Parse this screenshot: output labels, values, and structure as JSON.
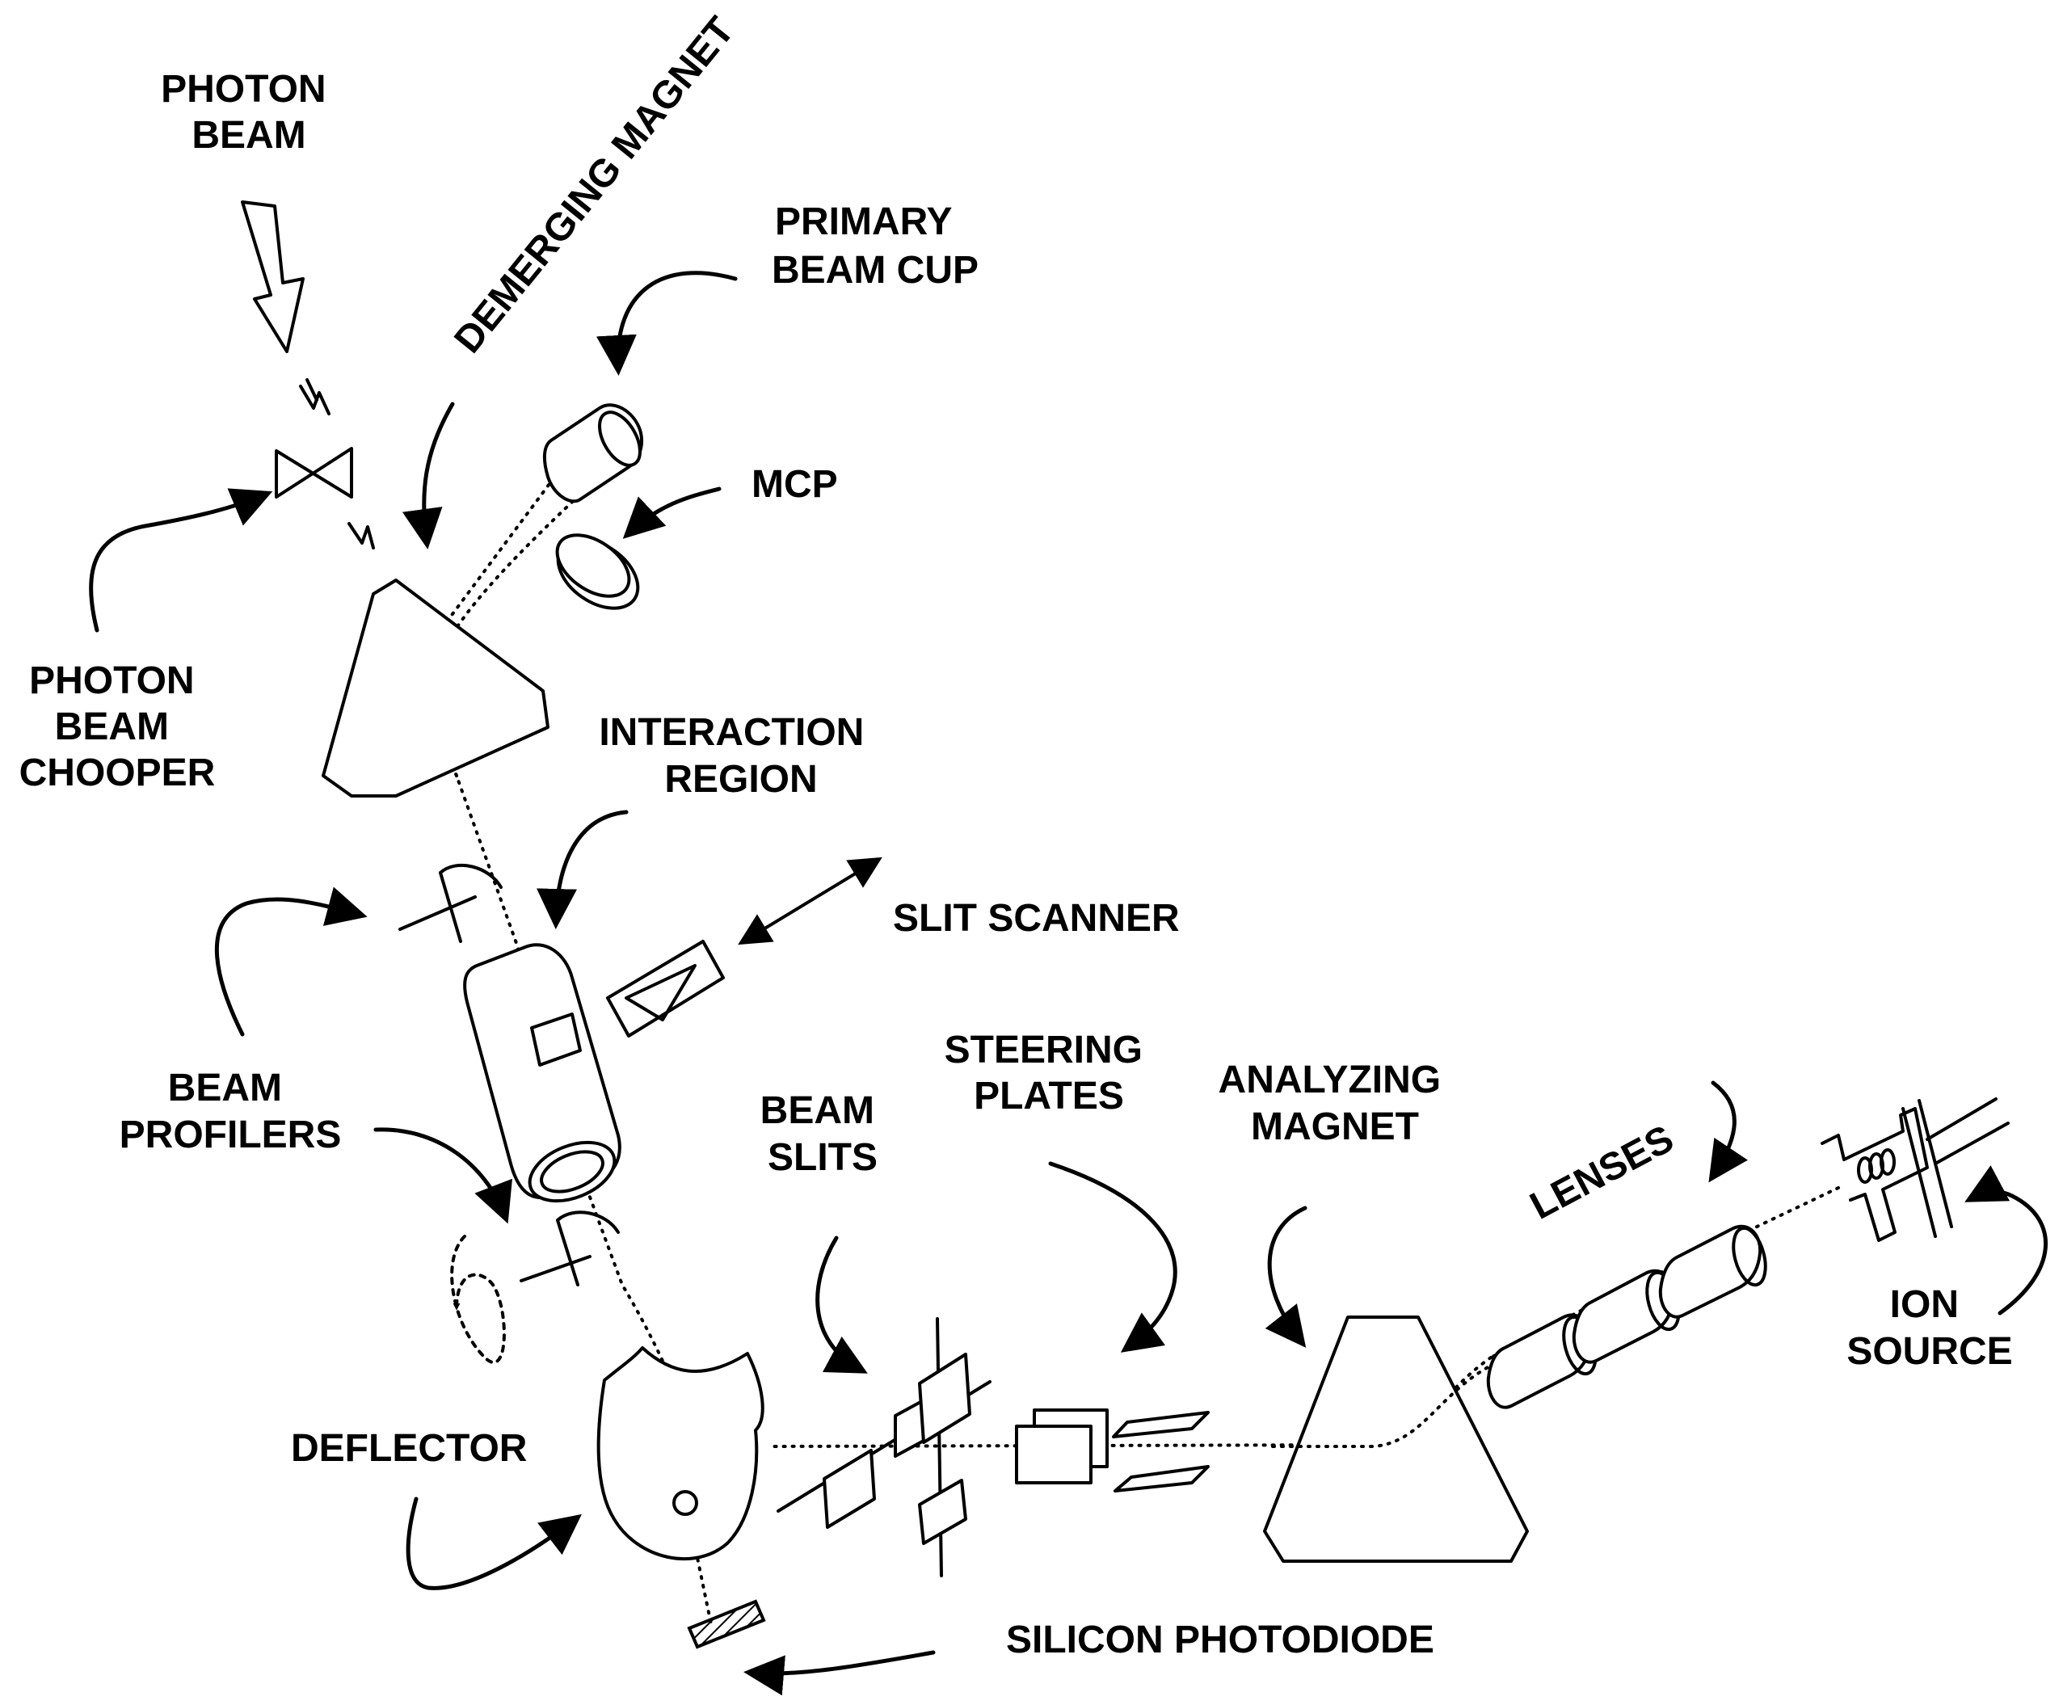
{
  "labels": {
    "photon_beam": [
      "PHOTON",
      "BEAM"
    ],
    "demerging_magnet": "DEMERGING MAGNET",
    "primary_beam_cup": [
      "PRIMARY",
      "BEAM CUP"
    ],
    "mcp": "MCP",
    "photon_beam_chopper": [
      "PHOTON",
      "BEAM",
      "CHOOPER"
    ],
    "interaction_region": [
      "INTERACTION",
      "REGION"
    ],
    "slit_scanner": "SLIT SCANNER",
    "beam_profilers": [
      "BEAM",
      "PROFILERS"
    ],
    "steering_plates": [
      "STEERING",
      "PLATES"
    ],
    "analyzing_magnet": [
      "ANALYZING",
      "MAGNET"
    ],
    "beam_slits": [
      "BEAM",
      "SLITS"
    ],
    "lenses": "LENSES",
    "ion_source": [
      "ION",
      "SOURCE"
    ],
    "deflector": "DEFLECTOR",
    "silicon_photodiode": "SILICON PHOTODIODE"
  }
}
